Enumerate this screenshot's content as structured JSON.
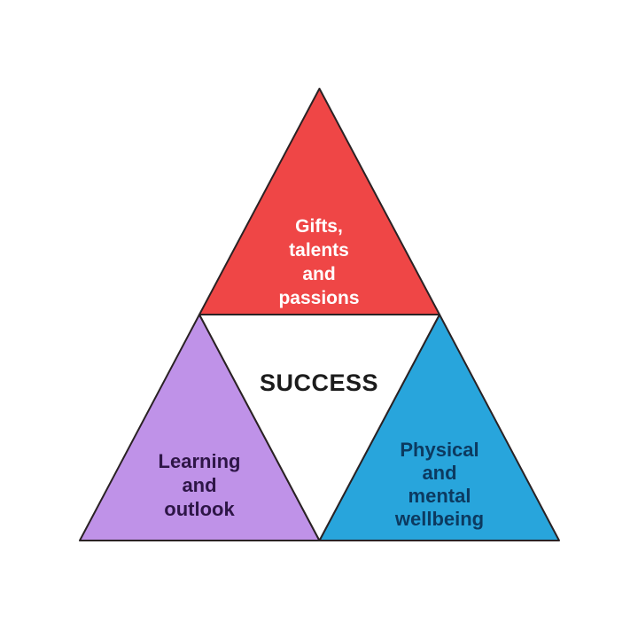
{
  "diagram": {
    "background_color": "#ffffff",
    "outline_color": "#2a2224",
    "center": {
      "label": "SUCCESS",
      "fill": "#ffffff",
      "text_color": "#1c1c1c"
    },
    "sections": {
      "top": {
        "label": "Gifts, talents and passions",
        "lines": [
          "Gifts,",
          "talents",
          "and",
          "passions"
        ],
        "fill": "#ef4646",
        "text_color": "#ffffff"
      },
      "bottom_left": {
        "label": "Learning and outlook",
        "lines": [
          "Learning",
          "and",
          "outlook"
        ],
        "fill": "#bf92e8",
        "text_color": "#2e1647"
      },
      "bottom_right": {
        "label": "Physical and mental wellbeing",
        "lines": [
          "Physical",
          "and",
          "mental",
          "wellbeing"
        ],
        "fill": "#28a5dc",
        "text_color": "#0c3a60"
      }
    }
  }
}
